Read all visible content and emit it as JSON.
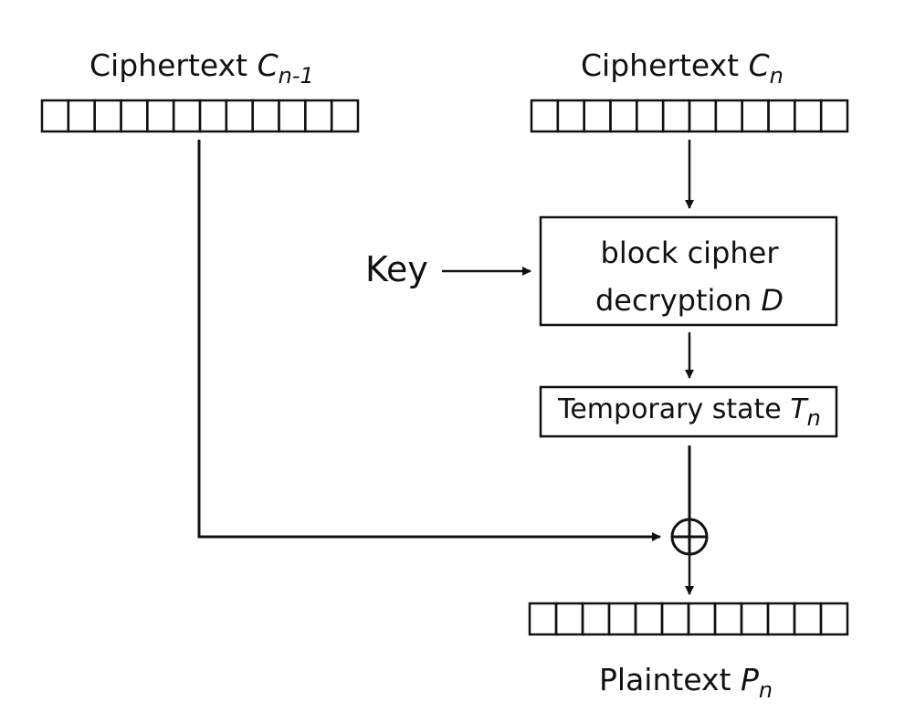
{
  "diagram": {
    "ciphertext_prev": {
      "text": "Ciphertext ",
      "symbol": "C",
      "subscript": "n-1"
    },
    "ciphertext_curr": {
      "text": "Ciphertext ",
      "symbol": "C",
      "subscript": "n"
    },
    "key_label": "Key",
    "decryption_box": {
      "line1": "block cipher",
      "line2": "decryption ",
      "symbol": "D"
    },
    "temp_state": {
      "text": "Temporary state ",
      "symbol": "T",
      "subscript": "n"
    },
    "plaintext": {
      "text": "Plaintext ",
      "symbol": "P",
      "subscript": "n"
    },
    "xor_icon": "xor-circle-plus",
    "block_cells": 12,
    "colors": {
      "stroke": "#111111",
      "background": "#ffffff"
    }
  }
}
